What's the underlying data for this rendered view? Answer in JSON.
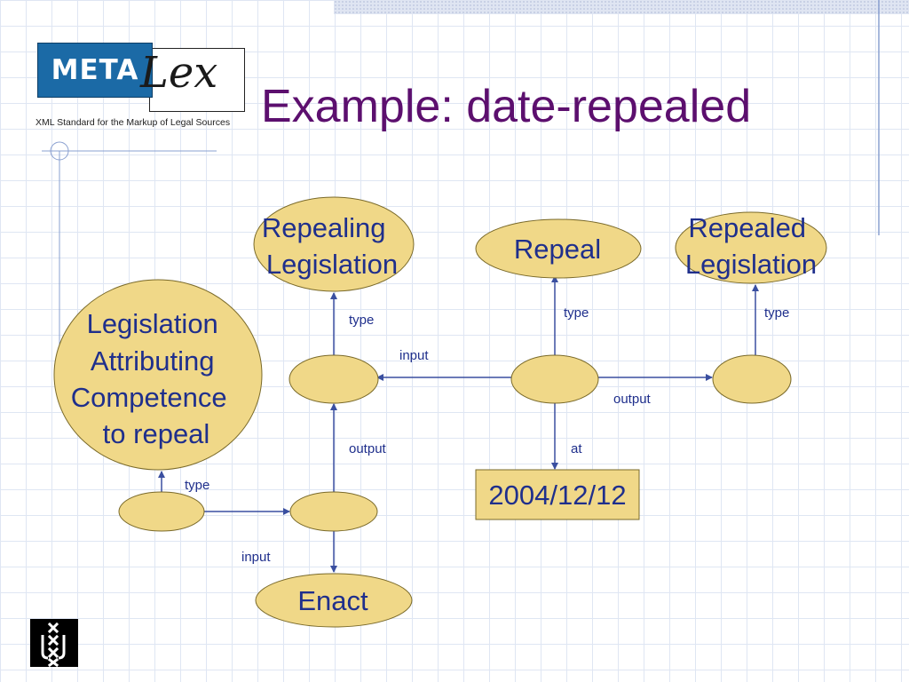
{
  "slide": {
    "title": "Example: date-repealed"
  },
  "logo": {
    "meta": "META",
    "lex": "Lex",
    "subtitle": "XML Standard for the Markup of Legal Sources"
  },
  "diagram": {
    "nodes": {
      "repealing_legislation": [
        "Repealing",
        "Legislation"
      ],
      "repeal": [
        "Repeal"
      ],
      "repealed_legislation": [
        "Repealed",
        "Legislation"
      ],
      "legislation_attributing": [
        "Legislation",
        "Attributing",
        "Competence",
        "to repeal"
      ],
      "enact": [
        "Enact"
      ],
      "date": "2004/12/12"
    },
    "edges": {
      "type_repealing": "type",
      "type_repeal": "type",
      "type_repealed": "type",
      "input_repeal": "input",
      "output_repeal": "output",
      "output_enact": "output",
      "at": "at",
      "type_attributing": "type",
      "input_enact": "input"
    }
  },
  "colors": {
    "node_fill": "#f0d888",
    "node_stroke": "#7a6a2a",
    "text": "#1f2f8c",
    "arrow": "#3a4fa0",
    "title": "#5c0f6e"
  }
}
